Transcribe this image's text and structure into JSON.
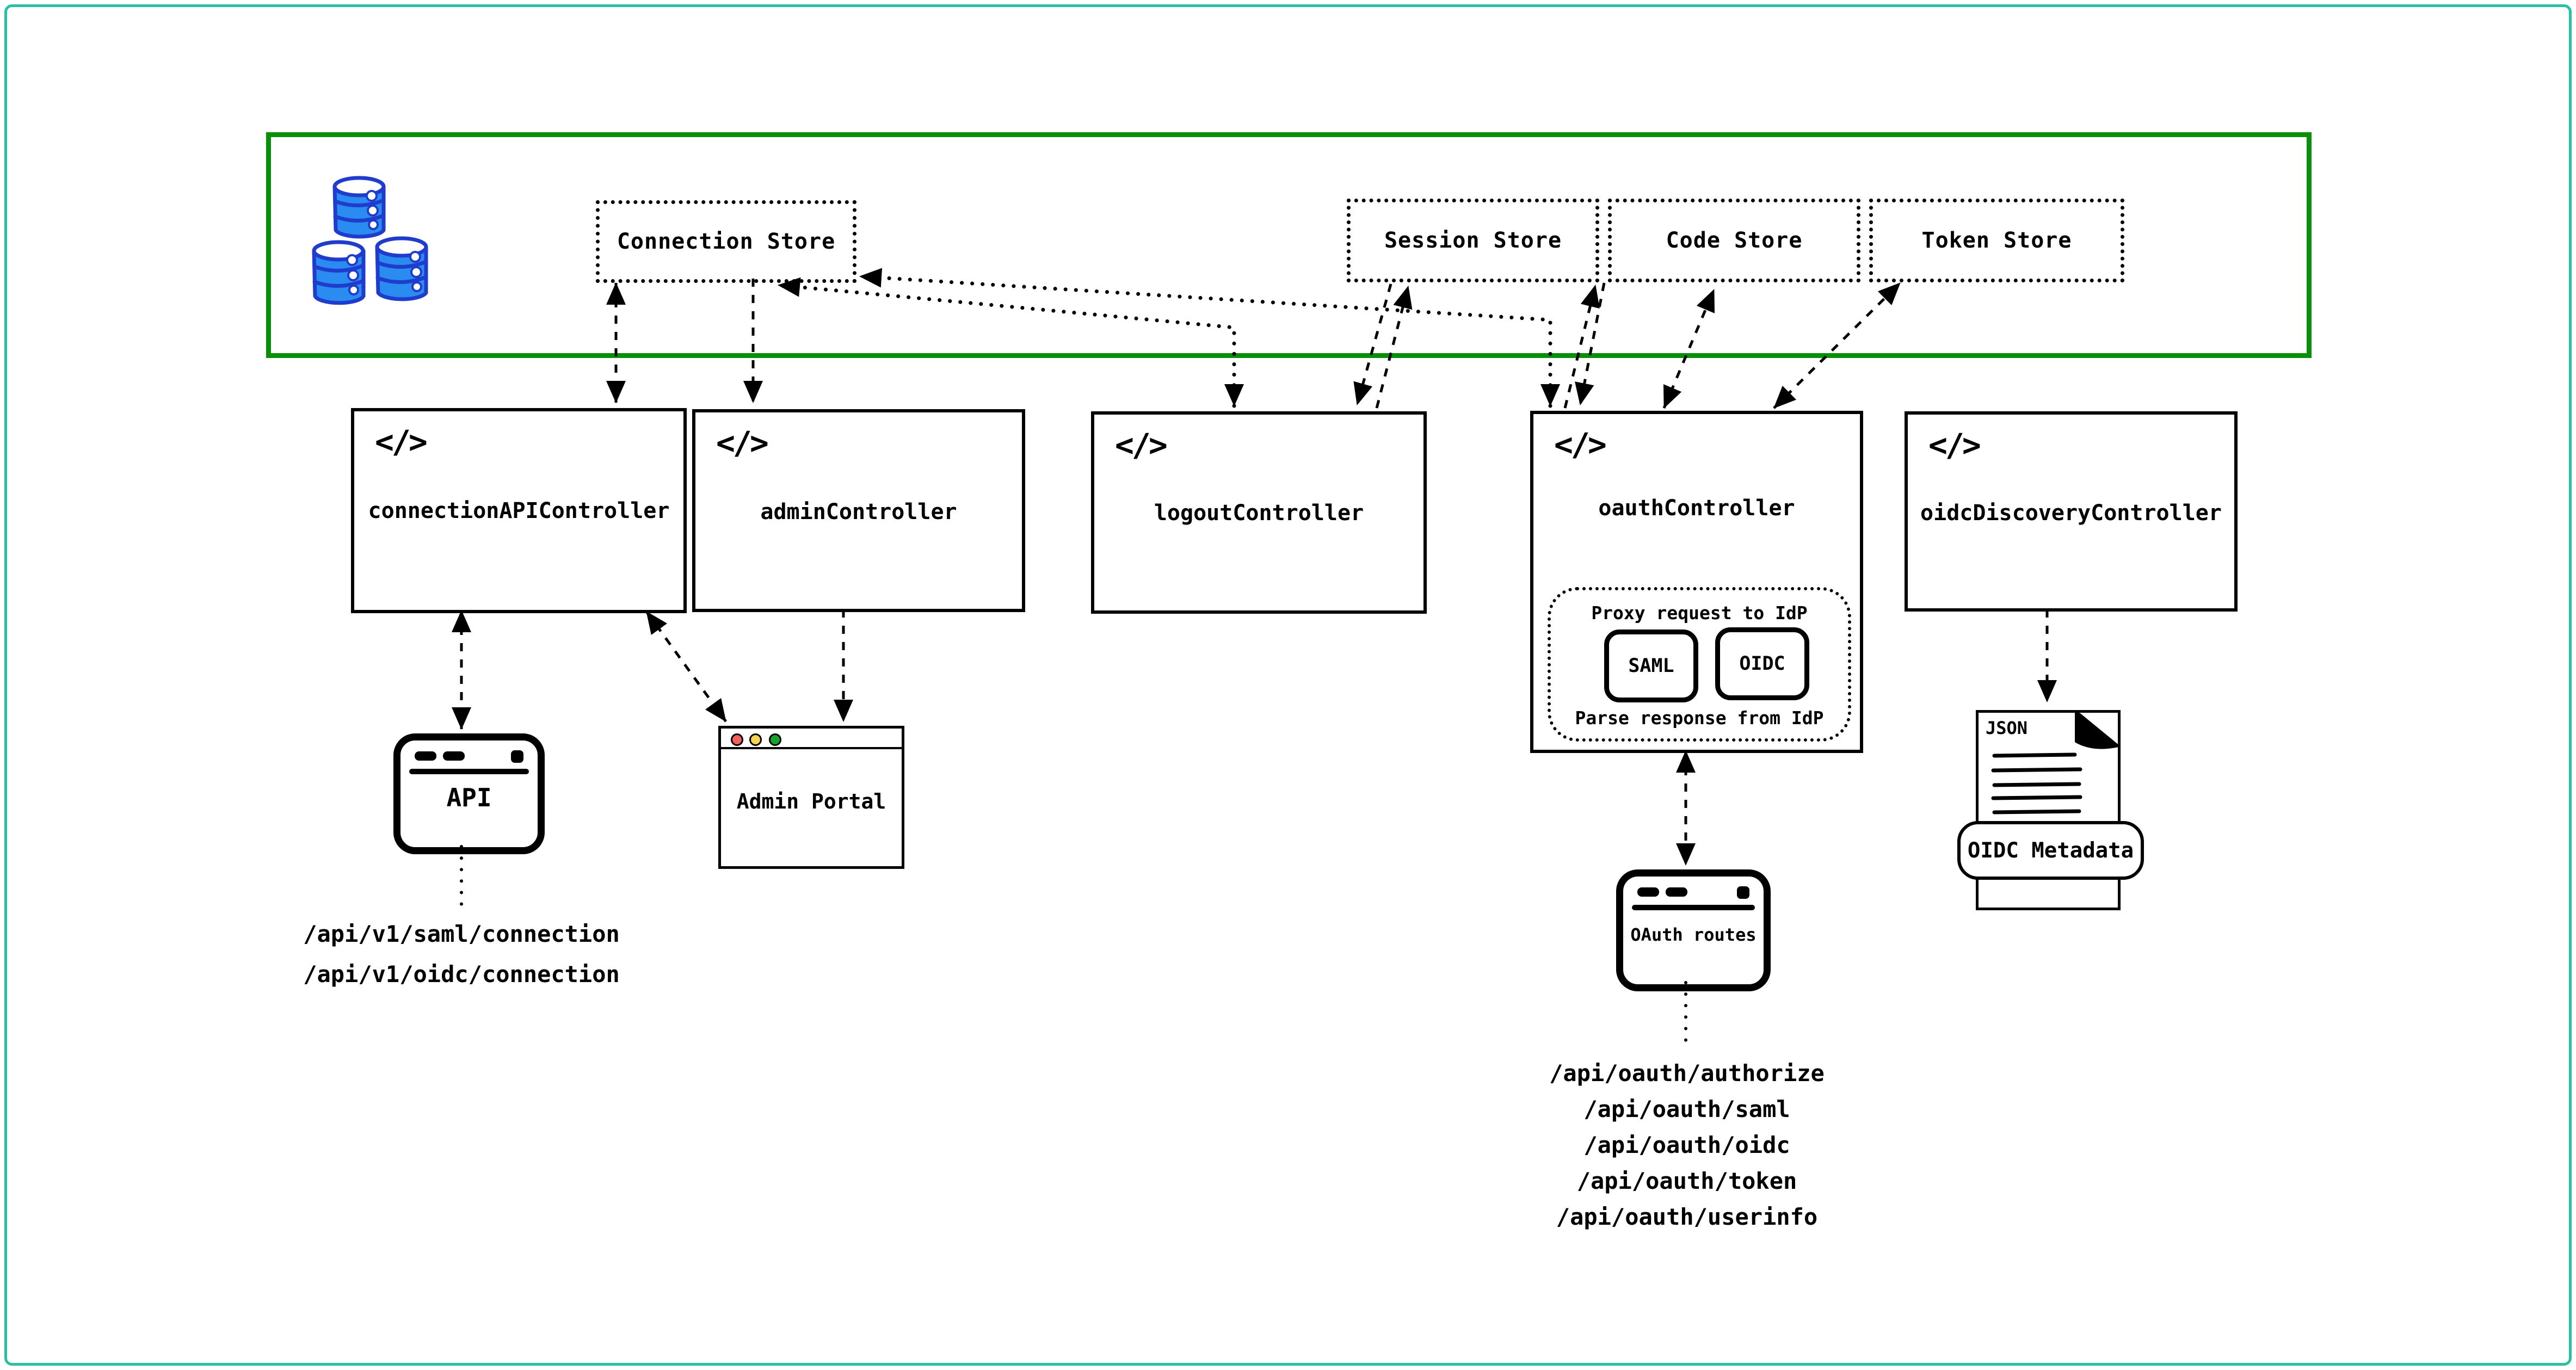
{
  "colors": {
    "frame_teal": "#29bfa3",
    "zone_green": "#0a8f0a",
    "barrel_fill": "#2a8cf0",
    "barrel_stroke": "#1f3ccc",
    "traffic_red": "#f4605a",
    "traffic_yellow": "#f6d154",
    "traffic_green": "#17a42b"
  },
  "glyphs": {
    "code": "</>"
  },
  "stores": [
    {
      "label": "Connection Store"
    },
    {
      "label": "Session Store"
    },
    {
      "label": "Code Store"
    },
    {
      "label": "Token Store"
    }
  ],
  "controllers": [
    {
      "label": "connectionAPIController"
    },
    {
      "label": "adminController"
    },
    {
      "label": "logoutController"
    },
    {
      "label": "oauthController"
    },
    {
      "label": "oidcDiscoveryController"
    }
  ],
  "oauth_box": {
    "proxy_label": "Proxy request to IdP",
    "parse_label": "Parse response from IdP",
    "protocols": [
      "SAML",
      "OIDC"
    ]
  },
  "windows": {
    "api": "API",
    "admin_portal": "Admin Portal",
    "oauth_routes": "OAuth routes"
  },
  "api_routes": [
    "/api/v1/saml/connection",
    "/api/v1/oidc/connection"
  ],
  "oauth_routes": [
    "/api/oauth/authorize",
    "/api/oauth/saml",
    "/api/oauth/oidc",
    "/api/oauth/token",
    "/api/oauth/userinfo"
  ],
  "document": {
    "badge": "JSON",
    "label": "OIDC Metadata"
  }
}
